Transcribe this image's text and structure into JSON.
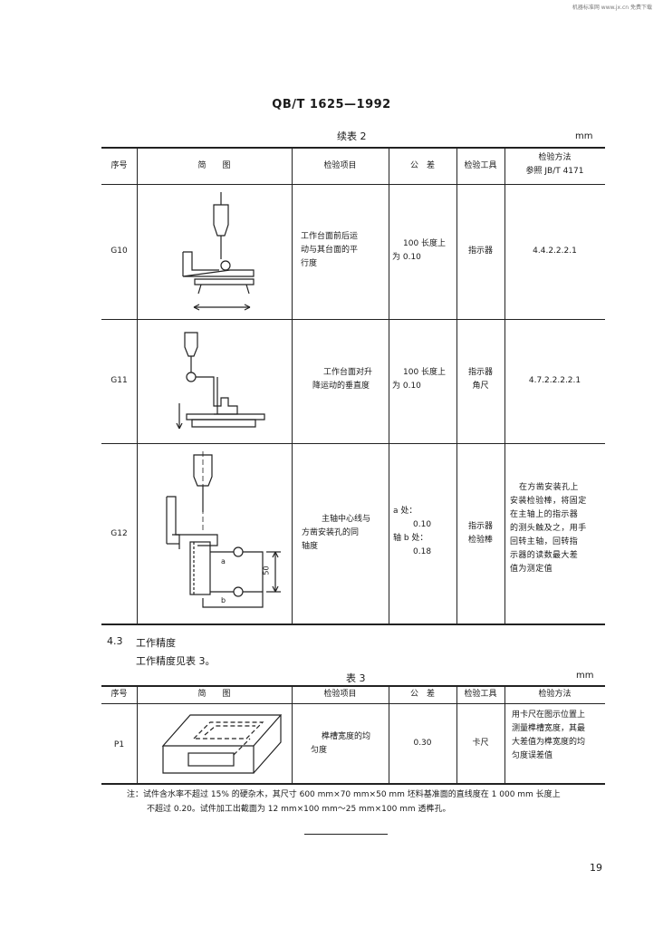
{
  "watermark": "机器标准网 www.jx.cn 免费下载",
  "standard_code": "QB/T 1625—1992",
  "table2": {
    "caption": "续表 2",
    "unit": "mm",
    "headers": {
      "no": "序号",
      "diagram": "简　　图",
      "item": "检验项目",
      "tolerance": "公　差",
      "tool": "检验工具",
      "method_line1": "检验方法",
      "method_line2": "参照 JB/T 4171"
    },
    "rows": [
      {
        "no": "G10",
        "item": [
          "工作台面前后运",
          "动与其台面的平",
          "行度"
        ],
        "tolerance": [
          "100 长度上",
          "为 0.10"
        ],
        "tool": [
          "指示器"
        ],
        "method": [
          "4.4.2.2.2.1"
        ]
      },
      {
        "no": "G11",
        "item": [
          "工作台面对升",
          "降运动的垂直度"
        ],
        "tolerance": [
          "100 长度上",
          "为 0.10"
        ],
        "tool": [
          "指示器",
          "角尺"
        ],
        "method": [
          "4.7.2.2.2.2.1"
        ]
      },
      {
        "no": "G12",
        "item": [
          "主轴中心线与",
          "方凿安装孔的同",
          "轴度"
        ],
        "tolerance": [
          "a 处：",
          "0.10",
          "轴 b 处：",
          "0.18"
        ],
        "tool": [
          "指示器",
          "检验棒"
        ],
        "method": [
          "在方凿安装孔上",
          "安装检验棒，将固定",
          "在主轴上的指示器",
          "的测头触及之，用手",
          "回转主轴，回转指",
          "示器的读数最大差",
          "值为测定值"
        ],
        "labels": {
          "a": "a",
          "b": "b",
          "dim": "50"
        }
      }
    ]
  },
  "section": {
    "number": "4.3",
    "title": "工作精度",
    "text": "工作精度见表 3。"
  },
  "table3": {
    "caption": "表 3",
    "unit": "mm",
    "headers": {
      "no": "序号",
      "diagram": "简　　图",
      "item": "检验项目",
      "tolerance": "公　差",
      "tool": "检验工具",
      "method": "检验方法"
    },
    "rows": [
      {
        "no": "P1",
        "item": [
          "榫槽宽度的均",
          "匀度"
        ],
        "tolerance": [
          "0.30"
        ],
        "tool": [
          "卡尺"
        ],
        "method": [
          "用卡尺在图示位置上",
          "测量榫槽宽度，其最",
          "大差值为榫宽度的均",
          "匀度误差值"
        ]
      }
    ]
  },
  "note": {
    "line1": "注：试件含水率不超过 15% 的硬杂木，其尺寸 600 mm×70 mm×50 mm 坯料基准面的直线度在 1 000 mm 长度上",
    "line2": "不超过 0.20。试件加工出截面为 12 mm×100 mm～25 mm×100 mm 透榫孔。"
  },
  "page_number": "19"
}
